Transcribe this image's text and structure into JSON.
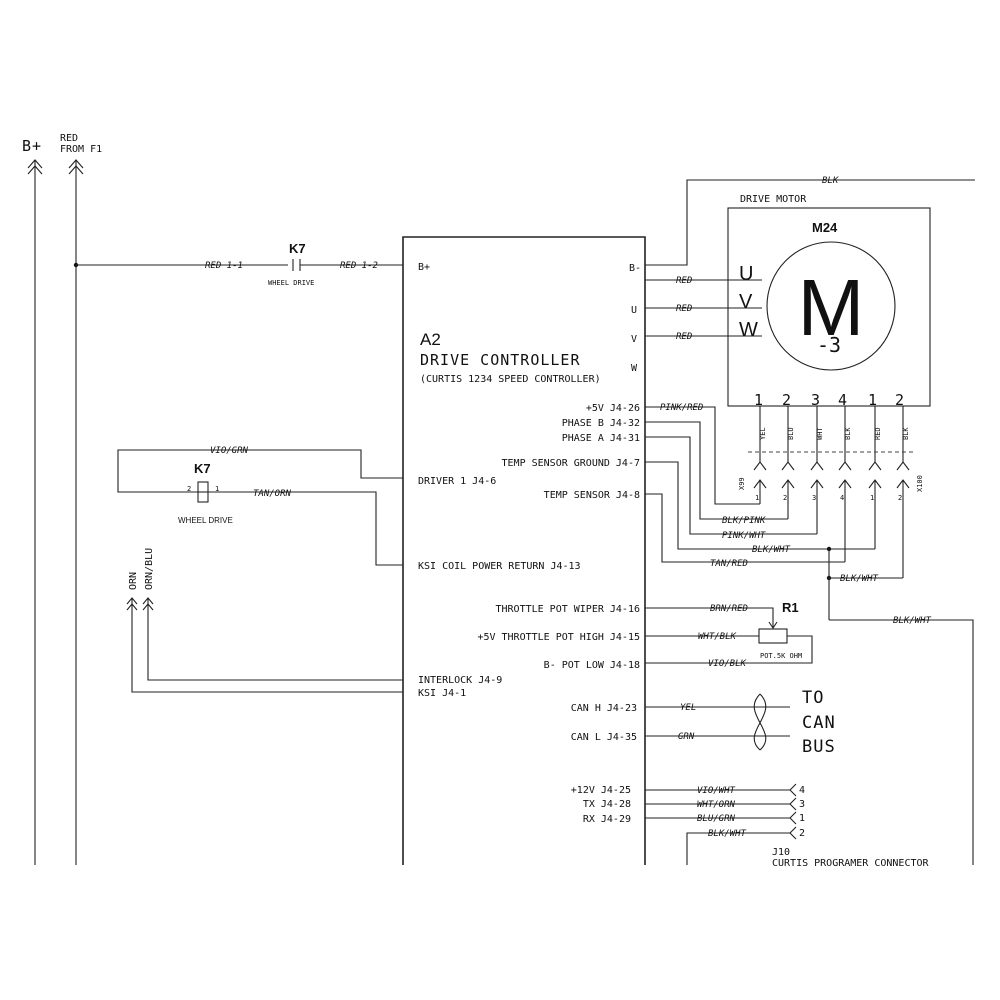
{
  "rails": {
    "b_plus": "B+",
    "red_line1": "RED",
    "red_line2": "FROM F1"
  },
  "k7_top": {
    "ref": "K7",
    "name": "WHEEL DRIVE",
    "wire_left": "RED 1-1",
    "wire_right": "RED 1-2"
  },
  "k7_left": {
    "ref": "K7",
    "name": "WHEEL DRIVE",
    "wire_top": "VIO/GRN",
    "wire_right": "TAN/ORN",
    "pin_left": "2",
    "pin_right": "1"
  },
  "left_arrows": {
    "orn": "ORN",
    "orn_blu": "ORN/BLU"
  },
  "controller": {
    "ref": "A2",
    "title": "DRIVE CONTROLLER",
    "subtitle": "(CURTIS 1234 SPEED CONTROLLER)",
    "pin_bplus": "B+",
    "right_pins": [
      "B-",
      "U",
      "V",
      "W"
    ],
    "j4_pins": {
      "p26": "+5V J4-26",
      "p32": "PHASE B J4-32",
      "p31": "PHASE A J4-31",
      "p7": "TEMP SENSOR GROUND J4-7",
      "p8": "TEMP SENSOR J4-8",
      "p16": "THROTTLE POT WIPER J4-16",
      "p15": "+5V THROTTLE POT HIGH J4-15",
      "p18": "B- POT LOW J4-18",
      "p23": "CAN H J4-23",
      "p35": "CAN L J4-35",
      "p25": "+12V J4-25",
      "p28": "TX J4-28",
      "p29": "RX J4-29"
    },
    "left_pins": {
      "p6": "DRIVER 1 J4-6",
      "p13": "KSI COIL POWER RETURN J4-13",
      "p9": "INTERLOCK J4-9",
      "p1": "KSI J4-1"
    }
  },
  "motor": {
    "label": "DRIVE MOTOR",
    "ref": "M24",
    "symbol": "M",
    "phase": "-3",
    "terminals": [
      "U",
      "V",
      "W"
    ],
    "wire_top": "BLK",
    "wire_phase": "RED",
    "pins": [
      "1",
      "2",
      "3",
      "4",
      "1",
      "2"
    ],
    "pin_wires": [
      "YEL",
      "BLU",
      "WHT",
      "BLK",
      "RED",
      "BLK"
    ]
  },
  "connectors": {
    "x99": "X99",
    "x100": "X100",
    "bottom_pins": [
      "1",
      "2",
      "3",
      "4",
      "1",
      "2"
    ]
  },
  "sensor_wires": {
    "pink_red": "PINK/RED",
    "blk_pink": "BLK/PINK",
    "pink_wht": "PINK/WHT",
    "blk_wht_a": "BLK/WHT",
    "tan_red": "TAN/RED",
    "blk_wht_b": "BLK/WHT",
    "blk_wht_c": "BLK/WHT"
  },
  "throttle": {
    "ref": "R1",
    "value": "POT.5K OHM",
    "wire_wiper": "BRN/RED",
    "wire_high": "WHT/BLK",
    "wire_low": "VIO/BLK"
  },
  "can": {
    "wire_h": "YEL",
    "wire_l": "GRN",
    "to_line1": "TO",
    "to_line2": "CAN",
    "to_line3": "BUS"
  },
  "programmer": {
    "ref": "J10",
    "name": "CURTIS PROGRAMER CONNECTOR",
    "wires": [
      "VIO/WHT",
      "WHT/ORN",
      "BLU/GRN",
      "BLK/WHT"
    ],
    "pins": [
      "4",
      "3",
      "1",
      "2"
    ]
  }
}
